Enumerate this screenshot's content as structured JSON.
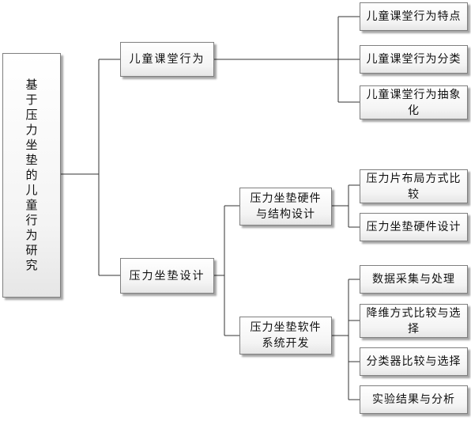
{
  "diagram": {
    "root": "基于压力坐垫的儿童行为研究",
    "behavior": {
      "label": "儿童课堂行为",
      "children": [
        "儿童课堂行为特点",
        "儿童课堂行为分类",
        "儿童课堂行为抽象化"
      ]
    },
    "cushion": {
      "label": "压力坐垫设计",
      "hardware": {
        "label": "压力坐垫硬件与结构设计",
        "children": [
          "压力片布局方式比较",
          "压力坐垫硬件设计"
        ]
      },
      "software": {
        "label": "压力坐垫软件系统开发",
        "children": [
          "数据采集与处理",
          "降维方式比较与选择",
          "分类器比较与选择",
          "实验结果与分析"
        ]
      }
    }
  }
}
